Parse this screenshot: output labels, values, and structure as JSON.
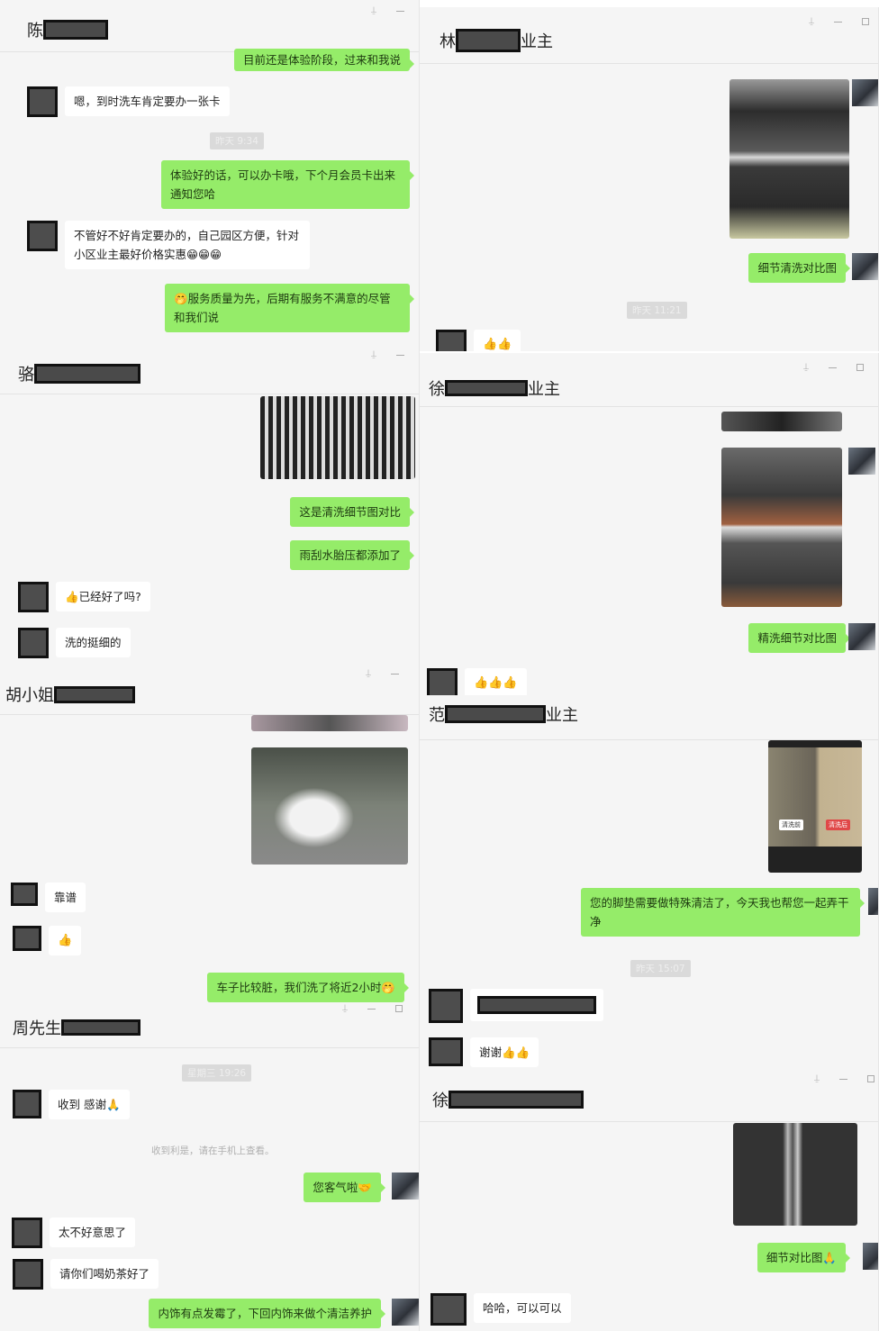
{
  "panels": [
    {
      "id": "chen",
      "title_prefix": "陈",
      "title_suffix": "",
      "messages": [
        {
          "side": "out",
          "text": "目前还是体验阶段，过来和我说"
        },
        {
          "side": "in",
          "text": "嗯，到时洗车肯定要办一张卡"
        },
        {
          "type": "time",
          "text": "昨天 9:34"
        },
        {
          "side": "out",
          "text": "体验好的话，可以办卡哦，下个月会员卡出来通知您哈"
        },
        {
          "side": "in",
          "text": "不管好不好肯定要办的，自己园区方便，针对小区业主最好价格实惠😁😁😁"
        },
        {
          "side": "out",
          "text": "🤭服务质量为先，后期有服务不满意的尽管和我们说"
        }
      ]
    },
    {
      "id": "lin",
      "title_prefix": "林",
      "title_suffix": "业主",
      "messages": [
        {
          "side": "out",
          "type": "image",
          "alt": "headlight-before-after-comparison"
        },
        {
          "side": "out",
          "text": "细节清洗对比图"
        },
        {
          "type": "time",
          "text": "昨天 11:21"
        },
        {
          "side": "in",
          "text": "👍👍"
        }
      ]
    },
    {
      "id": "luo",
      "title_prefix": "骆",
      "title_suffix": "",
      "messages": [
        {
          "side": "out",
          "type": "image",
          "alt": "wheel-cleaning-photo"
        },
        {
          "side": "out",
          "text": "这是清洗细节图对比"
        },
        {
          "side": "out",
          "text": "雨刮水胎压都添加了"
        },
        {
          "side": "in",
          "text": "👍已经好了吗?"
        },
        {
          "side": "in",
          "text": "洗的挺细的"
        }
      ]
    },
    {
      "id": "xu1",
      "title_prefix": "徐",
      "title_suffix": "业主",
      "messages": [
        {
          "side": "out",
          "type": "image",
          "alt": "trunk-hinge-before-after-comparison"
        },
        {
          "side": "out",
          "text": "精洗细节对比图"
        },
        {
          "side": "in",
          "text": "👍👍👍"
        }
      ]
    },
    {
      "id": "hu",
      "title_prefix": "胡小姐",
      "title_suffix": "",
      "messages": [
        {
          "side": "out",
          "type": "image",
          "alt": "white-bentley-in-garage"
        },
        {
          "side": "in",
          "text": "靠谱"
        },
        {
          "side": "in",
          "text": "👍"
        },
        {
          "side": "out",
          "text": "车子比较脏，我们洗了将近2小时🤭"
        }
      ]
    },
    {
      "id": "fan",
      "title_prefix": "范",
      "title_suffix": "业主",
      "messages": [
        {
          "side": "out",
          "type": "image",
          "alt": "floor-mat-before-after",
          "labels": [
            "清洗前",
            "清洗后"
          ]
        },
        {
          "side": "out",
          "text": "您的脚垫需要做特殊清洁了，今天我也帮您一起弄干净"
        },
        {
          "type": "time",
          "text": "昨天 15:07"
        },
        {
          "side": "in",
          "text": "",
          "redacted": true
        },
        {
          "side": "in",
          "text": "谢谢👍👍"
        }
      ]
    },
    {
      "id": "zhou",
      "title_prefix": "周先生",
      "title_suffix": "",
      "messages": [
        {
          "type": "time",
          "text": "星期三 19:26"
        },
        {
          "side": "in",
          "text": "收到 感谢🙏"
        },
        {
          "type": "system",
          "text": "收到利是，请在手机上查看。"
        },
        {
          "side": "out",
          "text": "您客气啦🤝"
        },
        {
          "side": "in",
          "text": "太不好意思了"
        },
        {
          "side": "in",
          "text": "请你们喝奶茶好了"
        },
        {
          "side": "out",
          "text": "内饰有点发霉了，下回内饰来做个清洁养护"
        }
      ]
    },
    {
      "id": "xu2",
      "title_prefix": "徐",
      "title_suffix": "",
      "messages": [
        {
          "side": "out",
          "type": "image",
          "alt": "seat-rail-detail-comparison"
        },
        {
          "side": "out",
          "text": "细节对比图🙏"
        },
        {
          "side": "in",
          "text": "哈哈，可以可以"
        }
      ]
    }
  ],
  "window_controls": {
    "pin": "⍊",
    "minimize": "—",
    "maximize": "□"
  },
  "colors": {
    "bubble_out": "#95ec69",
    "bubble_in": "#ffffff",
    "panel_bg": "#f5f5f5",
    "redaction": "#4a4a4a"
  }
}
